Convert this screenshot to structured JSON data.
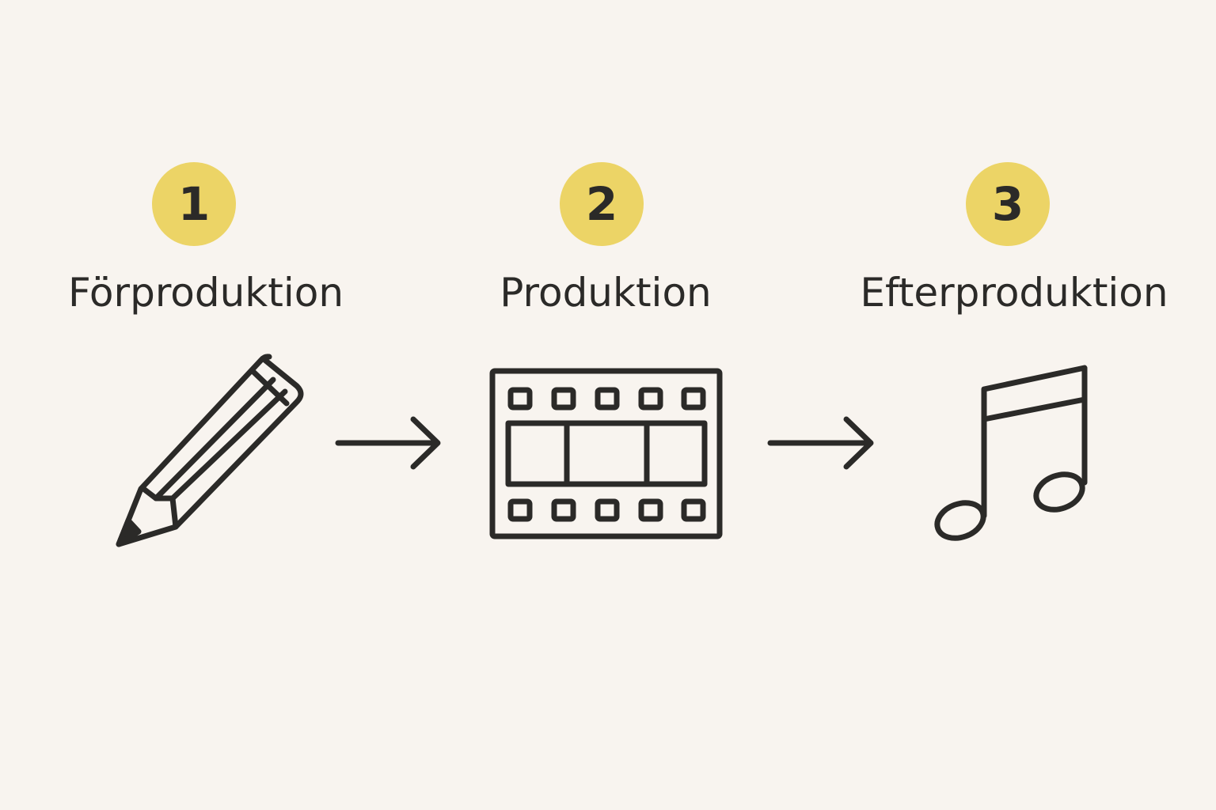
{
  "steps": [
    {
      "number": "1",
      "label": "Förproduktion",
      "icon": "pencil-icon"
    },
    {
      "number": "2",
      "label": "Produktion",
      "icon": "film-strip-icon"
    },
    {
      "number": "3",
      "label": "Efterproduktion",
      "icon": "music-note-icon"
    }
  ],
  "colors": {
    "background": "#f8f4ef",
    "badge": "#ecd466",
    "ink": "#2b2a28"
  }
}
